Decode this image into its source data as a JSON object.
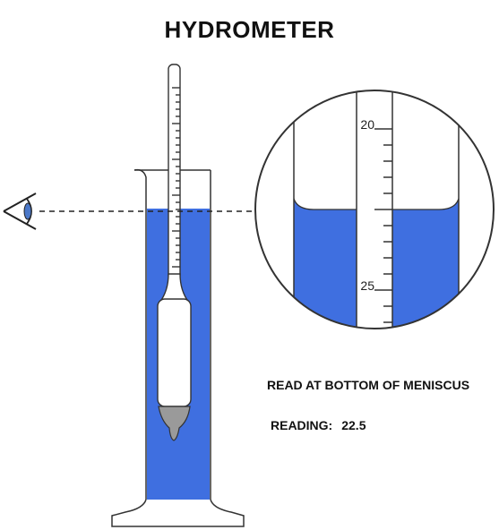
{
  "title": "HYDROMETER",
  "instruction": "READ AT BOTTOM OF MENISCUS",
  "reading": {
    "label": "READING:",
    "value": "22.5"
  },
  "scale_labels": {
    "upper": "20",
    "lower": "25"
  },
  "colors": {
    "liquid": "#3f6fe0",
    "bulb_weight": "#9a9a9a",
    "outline": "#333333",
    "eye_iris": "#4b78c8"
  }
}
